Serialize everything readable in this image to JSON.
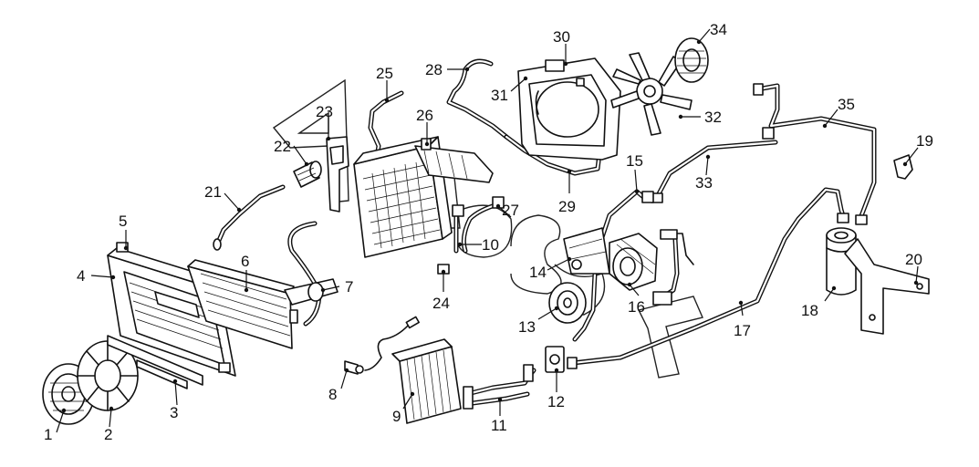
{
  "diagram": {
    "callouts": [
      {
        "id": "c1",
        "label": "1"
      },
      {
        "id": "c2",
        "label": "2"
      },
      {
        "id": "c3",
        "label": "3"
      },
      {
        "id": "c4",
        "label": "4"
      },
      {
        "id": "c5",
        "label": "5"
      },
      {
        "id": "c6",
        "label": "6"
      },
      {
        "id": "c7",
        "label": "7"
      },
      {
        "id": "c8",
        "label": "8"
      },
      {
        "id": "c9",
        "label": "9"
      },
      {
        "id": "c10",
        "label": "10"
      },
      {
        "id": "c11",
        "label": "11"
      },
      {
        "id": "c12",
        "label": "12"
      },
      {
        "id": "c13",
        "label": "13"
      },
      {
        "id": "c14",
        "label": "14"
      },
      {
        "id": "c15",
        "label": "15"
      },
      {
        "id": "c16",
        "label": "16"
      },
      {
        "id": "c17",
        "label": "17"
      },
      {
        "id": "c18",
        "label": "18"
      },
      {
        "id": "c19",
        "label": "19"
      },
      {
        "id": "c20",
        "label": "20"
      },
      {
        "id": "c21",
        "label": "21"
      },
      {
        "id": "c22",
        "label": "22"
      },
      {
        "id": "c23",
        "label": "23"
      },
      {
        "id": "c24",
        "label": "24"
      },
      {
        "id": "c25",
        "label": "25"
      },
      {
        "id": "c26",
        "label": "26"
      },
      {
        "id": "c27",
        "label": "27"
      },
      {
        "id": "c28",
        "label": "28"
      },
      {
        "id": "c29",
        "label": "29"
      },
      {
        "id": "c30",
        "label": "30"
      },
      {
        "id": "c31",
        "label": "31"
      },
      {
        "id": "c32",
        "label": "32"
      },
      {
        "id": "c33",
        "label": "33"
      },
      {
        "id": "c34",
        "label": "34"
      },
      {
        "id": "c35",
        "label": "35"
      }
    ]
  }
}
